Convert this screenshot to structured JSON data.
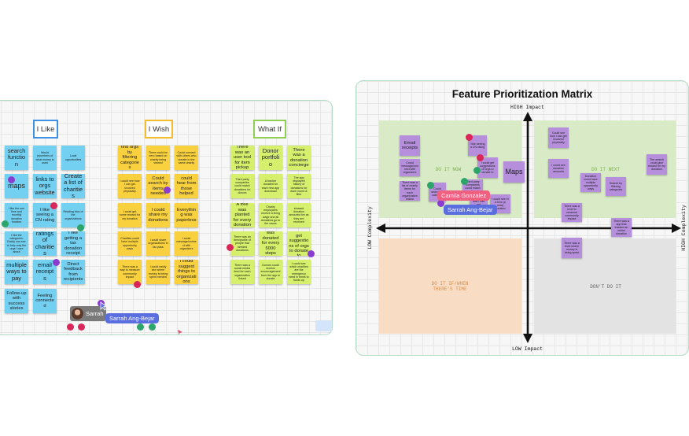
{
  "colors": {
    "blue": "#74d0f1",
    "yellow": "#f9d13f",
    "green": "#d6f06d",
    "purple": "#b58fdc",
    "board_border": "#b5dcc7",
    "sarrah": "#5a6ee0",
    "camila": "#f06080"
  },
  "left_board": {
    "headers": {
      "like": "I Like",
      "wish": "I Wish",
      "whatif": "What If"
    },
    "like_notes": [
      "search function",
      "Would (n)umbers of what money is used",
      "Local opportunities",
      "maps",
      "links to orgs website",
      "Create a list of charities",
      "I like the one time and monthly donation function",
      "I like seeing a CN rating",
      "Reading bios of the organizations",
      "I like the categories: Easily can see to help only the orgs I care about",
      "ratings of charities",
      "I like getting a tax donation receipt",
      "multiple ways to pay",
      "email receipts",
      "Direct feedback from recipients",
      "Follow-up with success stories",
      "Feeling connected"
    ],
    "wish_notes": [
      "find orgs by filtering categories",
      "There could be zero based on charity being viewed",
      "Could connect with others who donate to the same charity",
      "I could see how I can get involved physically",
      "Could search by items needed",
      "could hear from those helped",
      "I could get some reward for my donation",
      "I could share my donations",
      "Everything was paperless",
      "Charities could have multiple opportunity ways",
      "I could share organizations in tax pass",
      "I could message/connect with organizers",
      "There was a way to measure community impact",
      "I could easily see where money is being spent needed",
      "I could suggest things to organizations"
    ],
    "whatif_notes": [
      "There was an user tool for item pickup",
      "Donor portfolio",
      "There was a donation concierge",
      "Third party companies could match donations for donors",
      "A tracker donated for each new app download",
      "The app displayed history of donations for each round & filter",
      "A tree was planted for every donation",
      "Charity employees receive a living wage and all donations go to the cause",
      "showed donation amounts live as they are received",
      "There was an item/profile of people that needed donations",
      "A dollar was donated for every 5000 steps taken",
      "I could get suggestions of orgs to donate to",
      "There was a social media feed for each organization linked",
      "Donors could receive encouragement from the app to donate",
      "I could see which charities are the emergency need in times to funds up"
    ],
    "cursor_sarrah": "Sarrah Ang-Bejar",
    "avatar_name": "Sarrah"
  },
  "matrix": {
    "title": "Feature Prioritization Matrix",
    "axis_top": "HIGH Impact",
    "axis_bottom": "LOW Impact",
    "axis_left": "LOW Complexity",
    "axis_right": "HIGH Complexity",
    "quadrants": {
      "do_it_now": "DO IT NOW",
      "do_it_next": "DO IT NEXT",
      "do_it_if_when": "DO IT IF/WHEN THERE'S TIME",
      "dont_do_it": "DON'T DO IT"
    },
    "notes": [
      "Email receipts",
      "I like seeing a CN rating",
      "Could message/connect with organizers",
      "I could get suggestions of orgs to donate to",
      "Maps",
      "There was a list of charity items for each organization linked",
      "Could search by category",
      "Third party companies could match donations for donors",
      "I could see how I can get involved",
      "I could see in a tree (a near) donated",
      "Could see how I can get involved physically",
      "I could see donation amounts",
      "Donation could have multiple opportunity ways",
      "Search by filtering categories",
      "The search could give reward for my donation",
      "There was a level to measure community impact",
      "There was a app that tracked an online donation",
      "There was a level where money is being spent",
      "Do it tracking items",
      "Could search by items needed",
      "There was a way to measure community impact",
      "It could be a food delivery app/donation"
    ],
    "cursor_camila": "Camila Gonzalez",
    "cursor_sarrah": "Sarrah Ang-Bejar"
  }
}
